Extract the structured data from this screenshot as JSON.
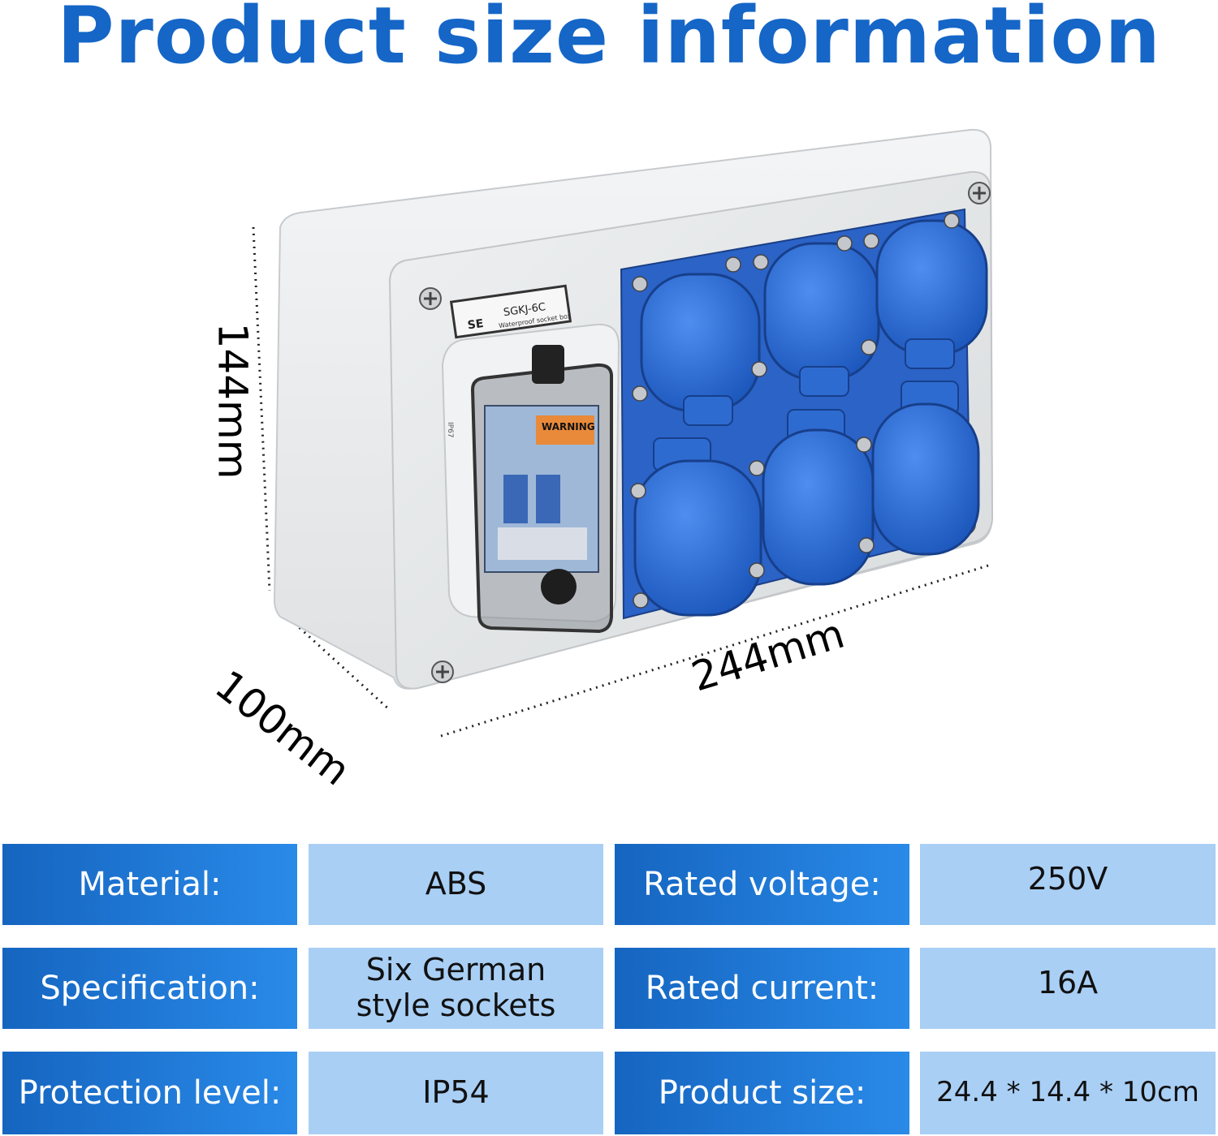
{
  "header": {
    "title": "Product size information"
  },
  "product": {
    "label_model": "SGKJ-6C",
    "label_desc": "Waterproof socket box",
    "label_brand": "SE",
    "breaker_warning": "WARNING",
    "breaker_ip": "IP67",
    "dimensions": {
      "height": "144mm",
      "depth": "100mm",
      "width": "244mm"
    },
    "colors": {
      "enclosure": "#e6e8ea",
      "socket": "#2f6fd6",
      "breaker_cover": "#6f7378"
    }
  },
  "specs": {
    "material_label": "Material:",
    "material_value": "ABS",
    "voltage_label": "Rated voltage:",
    "voltage_value": "250V",
    "spec_label": "Specification:",
    "spec_value_line1": "Six German",
    "spec_value_line2": "style sockets",
    "current_label": "Rated current:",
    "current_value": "16A",
    "protection_label": "Protection level:",
    "protection_value": "IP54",
    "size_label": "Product size:",
    "size_value": "24.4 * 14.4 * 10cm"
  }
}
